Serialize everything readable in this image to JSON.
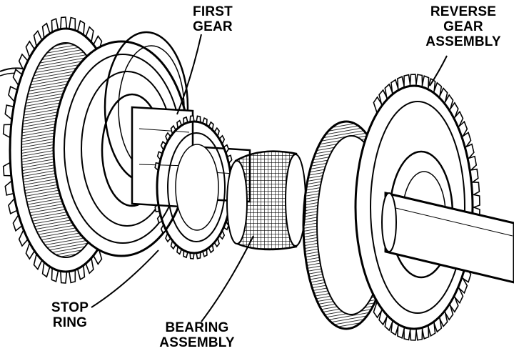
{
  "labels": {
    "first_gear": [
      "FIRST",
      "GEAR"
    ],
    "reverse_gear_assembly": [
      "REVERSE",
      "GEAR",
      "ASSEMBLY"
    ],
    "stop_ring": [
      "STOP",
      "RING"
    ],
    "bearing_assembly": [
      "BEARING",
      "ASSEMBLY"
    ]
  },
  "colors": {
    "ink": "#000000",
    "paper": "#ffffff"
  }
}
